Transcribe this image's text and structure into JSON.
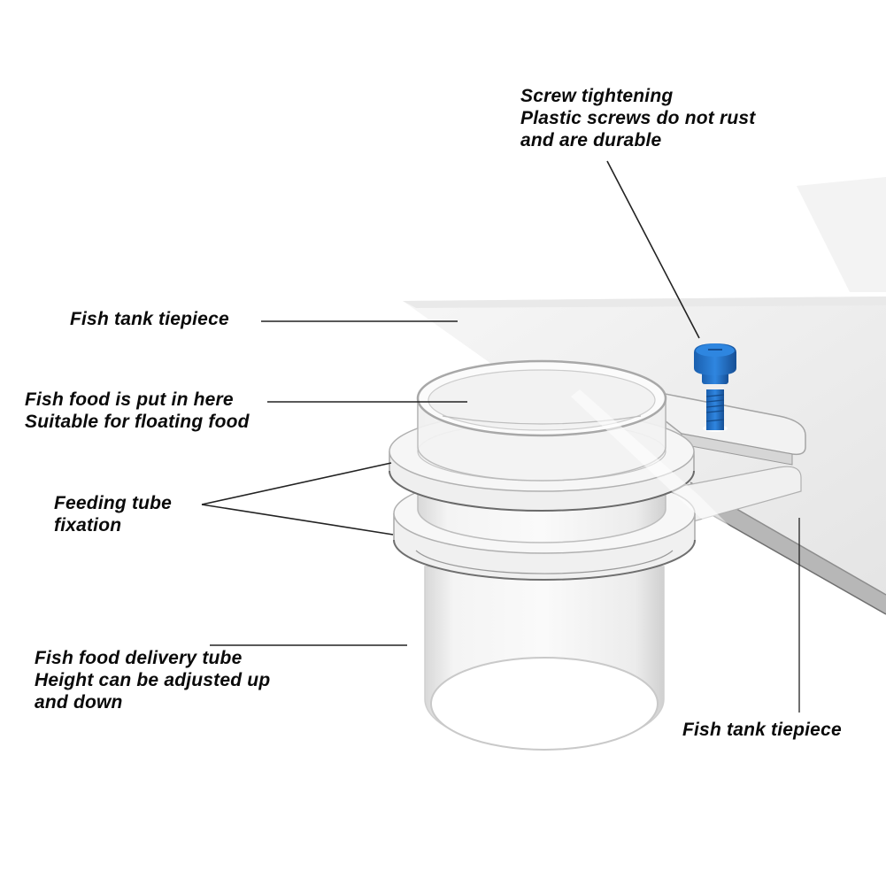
{
  "annotations": {
    "screw": {
      "line1": "Screw tightening",
      "line2": "Plastic screws do not rust",
      "line3": "and are durable"
    },
    "tiepiece_top": {
      "line1": "Fish tank tiepiece"
    },
    "food_input": {
      "line1": "Fish food is put in here",
      "line2": "Suitable for floating food"
    },
    "tube_fixation": {
      "line1": "Feeding tube",
      "line2": "fixation"
    },
    "delivery_tube": {
      "line1": "Fish food delivery tube",
      "line2": "Height can be adjusted up",
      "line3": "and down"
    },
    "tiepiece_bottom": {
      "line1": "Fish tank tiepiece"
    }
  },
  "colors": {
    "background": "#ffffff",
    "text": "#0a0a0a",
    "leader_line": "#222222",
    "screw_blue": "#1f6fc4",
    "acrylic_edge": "#9a9a9a",
    "glass_panel": "#eeeeee"
  }
}
